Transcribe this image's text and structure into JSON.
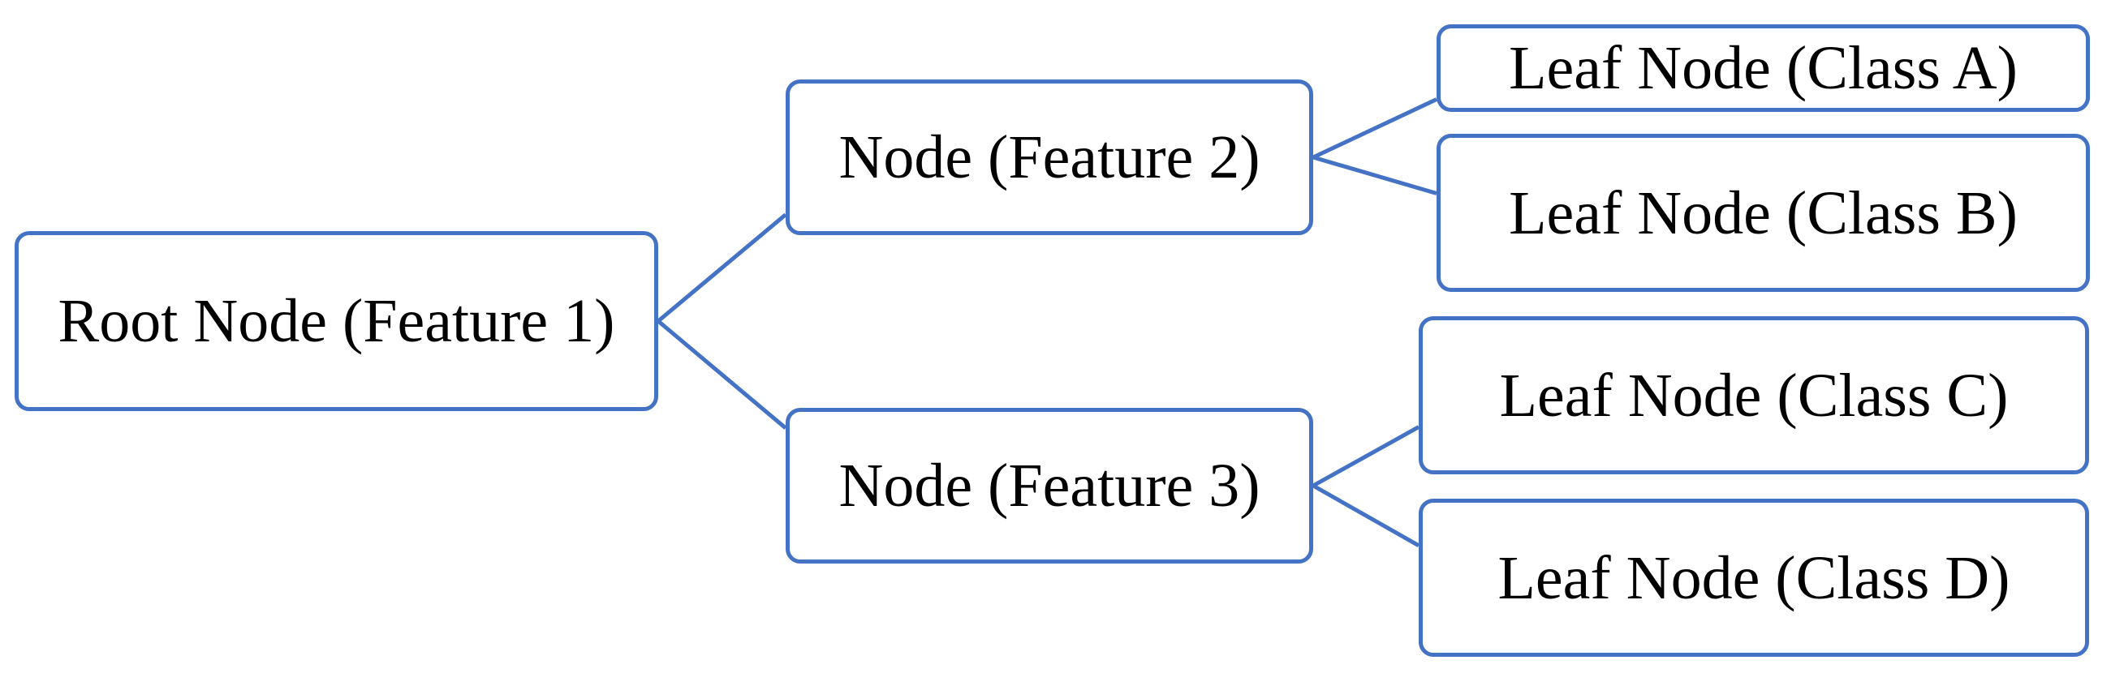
{
  "colors": {
    "border": "#4472C4",
    "connector": "#4472C4",
    "text": "#000000",
    "background": "#FFFFFF"
  },
  "tree": {
    "root": {
      "label": "Root Node (Feature 1)"
    },
    "feature2": {
      "label": "Node (Feature 2)"
    },
    "feature3": {
      "label": "Node (Feature 3)"
    },
    "leaf_a": {
      "label": "Leaf Node (Class A)"
    },
    "leaf_b": {
      "label": "Leaf Node (Class B)"
    },
    "leaf_c": {
      "label": "Leaf Node (Class C)"
    },
    "leaf_d": {
      "label": "Leaf Node (Class D)"
    }
  },
  "edges": [
    {
      "from": "root",
      "to": "feature2"
    },
    {
      "from": "root",
      "to": "feature3"
    },
    {
      "from": "feature2",
      "to": "leaf_a"
    },
    {
      "from": "feature2",
      "to": "leaf_b"
    },
    {
      "from": "feature3",
      "to": "leaf_c"
    },
    {
      "from": "feature3",
      "to": "leaf_d"
    }
  ]
}
